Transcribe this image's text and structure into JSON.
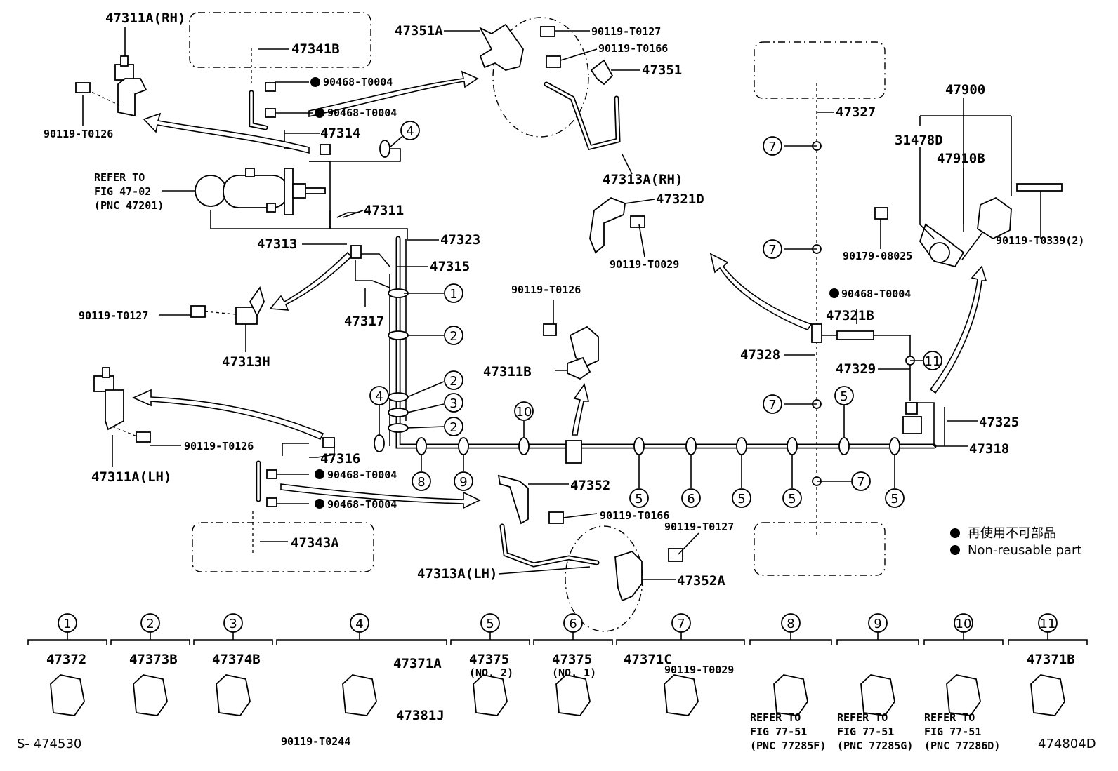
{
  "part_labels": {
    "p47311A_RH": "47311A(RH)",
    "p47341B": "47341B",
    "p90119_T0126_a": "90119-T0126",
    "p90468_T0004_a": "90468-T0004",
    "p90468_T0004_b": "90468-T0004",
    "p47314": "47314",
    "refer_1": "REFER TO",
    "refer_2": "FIG 47-02",
    "refer_3": "(PNC 47201)",
    "p47311": "47311",
    "p47313": "47313",
    "p47323": "47323",
    "p47315": "47315",
    "p90119_T0127_a": "90119-T0127",
    "p47317": "47317",
    "p47313H": "47313H",
    "p47351A": "47351A",
    "p90119_T0127_b": "90119-T0127",
    "p90119_T0166_a": "90119-T0166",
    "p47351": "47351",
    "p47313A_RH": "47313A(RH)",
    "p47321D": "47321D",
    "p90119_T0029_a": "90119-T0029",
    "p90119_T0126_b": "90119-T0126",
    "p47311B": "47311B",
    "p47327": "47327",
    "p47900": "47900",
    "p31478D": "31478D",
    "p47910B": "47910B",
    "p90179_08025": "90179-08025",
    "p90119_T0339": "90119-T0339(2)",
    "p90468_T0004_c": "90468-T0004",
    "p47321B": "47321B",
    "p47328": "47328",
    "p47329": "47329",
    "p47325": "47325",
    "p47318": "47318",
    "p47311A_LH": "47311A(LH)",
    "p90119_T0126_c": "90119-T0126",
    "p47316": "47316",
    "p90468_T0004_d": "90468-T0004",
    "p90468_T0004_e": "90468-T0004",
    "p47343A": "47343A",
    "p47352": "47352",
    "p90119_T0166_b": "90119-T0166",
    "p90119_T0127_c": "90119-T0127",
    "p47313A_LH": "47313A(LH)",
    "p47352A": "47352A"
  },
  "callouts": {
    "c1": "1",
    "c2": "2",
    "c3": "3",
    "c4": "4",
    "c5": "5",
    "c6": "6",
    "c7": "7",
    "c8": "8",
    "c9": "9",
    "c10": "10",
    "c11": "11"
  },
  "legend": {
    "jp": "再使用不可部品",
    "en": "Non-reusable part"
  },
  "clamp_table": [
    {
      "no": "1",
      "part": "47372",
      "sub": ""
    },
    {
      "no": "2",
      "part": "47373B",
      "sub": ""
    },
    {
      "no": "3",
      "part": "47374B",
      "sub": ""
    },
    {
      "no": "4",
      "part": "47371A",
      "sub": "47381J",
      "bolt": "90119-T0244"
    },
    {
      "no": "5",
      "part": "47375",
      "sub": "(NO. 2)"
    },
    {
      "no": "6",
      "part": "47375",
      "sub": "(NO. 1)"
    },
    {
      "no": "7",
      "part": "47371C",
      "sub": "90119-T0029"
    },
    {
      "no": "8",
      "part": "",
      "ref1": "REFER TO",
      "ref2": "FIG 77-51",
      "ref3": "(PNC 77285F)"
    },
    {
      "no": "9",
      "part": "",
      "ref1": "REFER TO",
      "ref2": "FIG 77-51",
      "ref3": "(PNC 77285G)"
    },
    {
      "no": "10",
      "part": "",
      "ref1": "REFER TO",
      "ref2": "FIG 77-51",
      "ref3": "(PNC 77286D)"
    },
    {
      "no": "11",
      "part": "47371B",
      "sub": ""
    }
  ],
  "footer": {
    "left_code": "S- 474530",
    "right_code": "474804D"
  }
}
